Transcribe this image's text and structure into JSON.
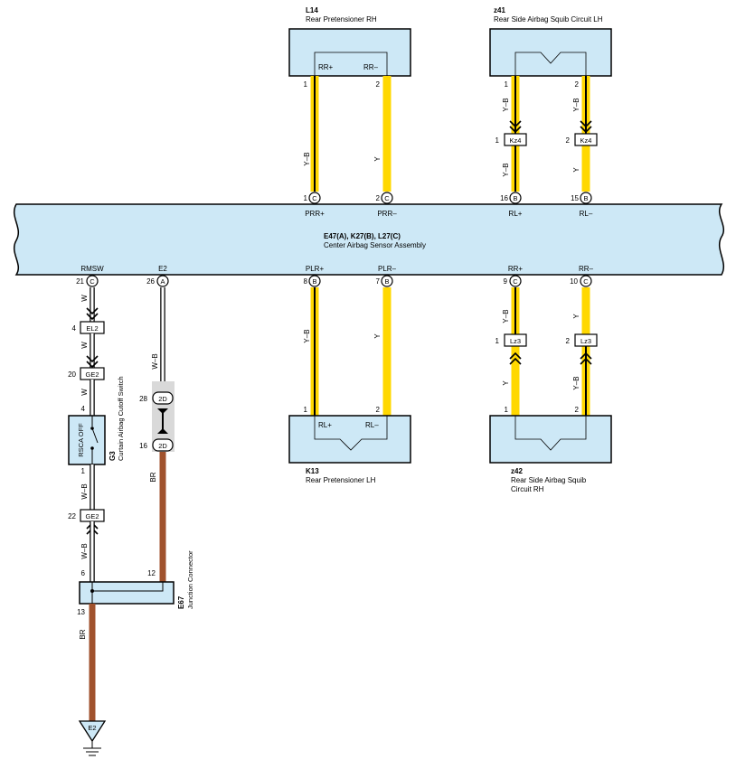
{
  "top_left_component": {
    "id": "L14",
    "name": "Rear Pretensioner RH",
    "pin_a": "RR+",
    "pin_b": "RR–",
    "pin_a_no": "1",
    "pin_b_no": "2"
  },
  "top_right_component": {
    "id": "z41",
    "name": "Rear Side Airbag Squib Circuit LH",
    "pin_a_no": "1",
    "pin_b_no": "2"
  },
  "bottom_left_component": {
    "id": "K13",
    "name": "Rear Pretensioner LH",
    "pin_a": "RL+",
    "pin_b": "RL–",
    "pin_a_no": "1",
    "pin_b_no": "2"
  },
  "bottom_right_component": {
    "id": "z42",
    "name_line1": "Rear Side Airbag Squib",
    "name_line2": "Circuit RH",
    "pin_a_no": "1",
    "pin_b_no": "2"
  },
  "main_assembly": {
    "id": "E47(A), K27(B), L27(C)",
    "name": "Center Airbag Sensor Assembly",
    "top_terminals": [
      {
        "pin": "1",
        "connector": "C",
        "label": "PRR+"
      },
      {
        "pin": "2",
        "connector": "C",
        "label": "PRR–"
      },
      {
        "pin": "16",
        "connector": "B",
        "label": "RL+"
      },
      {
        "pin": "15",
        "connector": "B",
        "label": "RL–"
      }
    ],
    "bottom_terminals": [
      {
        "pin": "21",
        "connector": "C",
        "label": "RMSW"
      },
      {
        "pin": "26",
        "connector": "A",
        "label": "E2"
      },
      {
        "pin": "8",
        "connector": "B",
        "label": "PLR+"
      },
      {
        "pin": "7",
        "connector": "B",
        "label": "PLR–"
      },
      {
        "pin": "9",
        "connector": "C",
        "label": "RR+"
      },
      {
        "pin": "10",
        "connector": "C",
        "label": "RR–"
      }
    ]
  },
  "wire_colors": {
    "top_l14_a": "Y–B",
    "top_l14_b": "Y",
    "top_z41_a_upper": "Y–B",
    "top_z41_b_upper": "Y–B",
    "top_z41_a_lower": "Y–B",
    "top_z41_b_lower": "Y",
    "bot_k13_a": "Y–B",
    "bot_k13_b": "Y",
    "bot_z42_a_upper": "Y–B",
    "bot_z42_b_upper": "Y",
    "bot_z42_a_lower": "Y",
    "bot_z42_b_lower": "Y–B",
    "rmsw_1": "W",
    "rmsw_2": "W",
    "rmsw_3": "W",
    "g3_out": "W–B",
    "ge2_out": "W–B",
    "e2_1": "W–B",
    "e2_2": "BR",
    "ground": "BR"
  },
  "inline_connectors": {
    "kz4_a": {
      "pin": "1",
      "name": "Kz4"
    },
    "kz4_b": {
      "pin": "2",
      "name": "Kz4"
    },
    "lz3_a": {
      "pin": "1",
      "name": "Lz3"
    },
    "lz3_b": {
      "pin": "2",
      "name": "Lz3"
    },
    "el2": {
      "pin": "4",
      "name": "EL2"
    },
    "ge2_top": {
      "pin": "20",
      "name": "GE2"
    },
    "ge2_bottom": {
      "pin": "22",
      "name": "GE2"
    },
    "twod_top": {
      "pin": "28",
      "name": "2D"
    },
    "twod_bottom": {
      "pin": "16",
      "name": "2D"
    }
  },
  "switch": {
    "id": "G3",
    "name": "Curtain Airbag Cutoff Switch",
    "label": "RSCA OFF",
    "pin_top": "4",
    "pin_bottom": "1"
  },
  "junction": {
    "id": "E67",
    "name": "Junction Connector",
    "pin_a": "6",
    "pin_b": "12",
    "pin_c": "13"
  },
  "ground": {
    "label": "E2"
  },
  "colors": {
    "assembly_fill": "#cde8f6",
    "yellow_wire": "#ffd800",
    "brown_wire": "#a0522d",
    "shield": "#d9d9d9"
  }
}
